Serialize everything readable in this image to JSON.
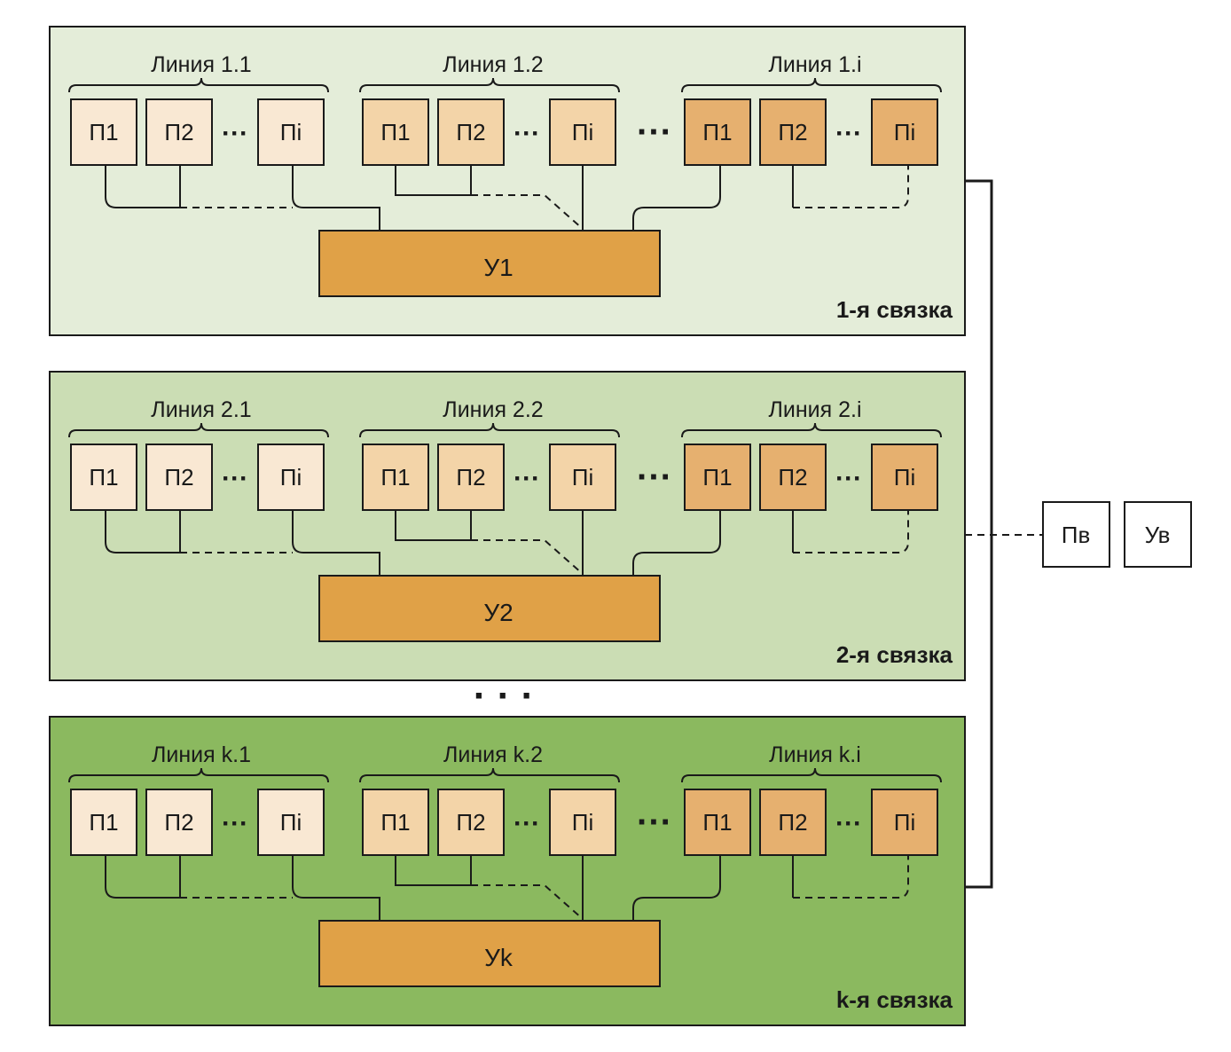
{
  "colors": {
    "bundle_bg": [
      "#e4edd9",
      "#cbddb4",
      "#8bb95f"
    ],
    "line_box_fill": [
      "#f9e8d3",
      "#f3d4a8",
      "#e6b06f"
    ],
    "controller_fill": "#e0a147",
    "stroke": "#1a1a1a"
  },
  "bundles": [
    {
      "title": "1-я связка",
      "controller": "У1",
      "lines": [
        {
          "label": "Линия 1.1",
          "boxes": [
            "П1",
            "П2",
            "Пi"
          ],
          "dots": "···"
        },
        {
          "label": "Линия 1.2",
          "boxes": [
            "П1",
            "П2",
            "Пi"
          ],
          "dots": "···"
        },
        {
          "label": "Линия 1.i",
          "boxes": [
            "П1",
            "П2",
            "Пi"
          ],
          "dots": "···"
        }
      ],
      "between_dots": "···"
    },
    {
      "title": "2-я связка",
      "controller": "У2",
      "lines": [
        {
          "label": "Линия 2.1",
          "boxes": [
            "П1",
            "П2",
            "Пi"
          ],
          "dots": "···"
        },
        {
          "label": "Линия 2.2",
          "boxes": [
            "П1",
            "П2",
            "Пi"
          ],
          "dots": "···"
        },
        {
          "label": "Линия 2.i",
          "boxes": [
            "П1",
            "П2",
            "Пi"
          ],
          "dots": "···"
        }
      ],
      "between_dots": "···"
    },
    {
      "title": "k-я связка",
      "controller": "Уk",
      "lines": [
        {
          "label": "Линия k.1",
          "boxes": [
            "П1",
            "П2",
            "Пi"
          ],
          "dots": "···"
        },
        {
          "label": "Линия k.2",
          "boxes": [
            "П1",
            "П2",
            "Пi"
          ],
          "dots": "···"
        },
        {
          "label": "Линия k.i",
          "boxes": [
            "П1",
            "П2",
            "Пi"
          ],
          "dots": "···"
        }
      ],
      "between_dots": "···"
    }
  ],
  "gap_dots": "· · ·",
  "external": {
    "box1": "Пв",
    "box2": "Ув"
  }
}
